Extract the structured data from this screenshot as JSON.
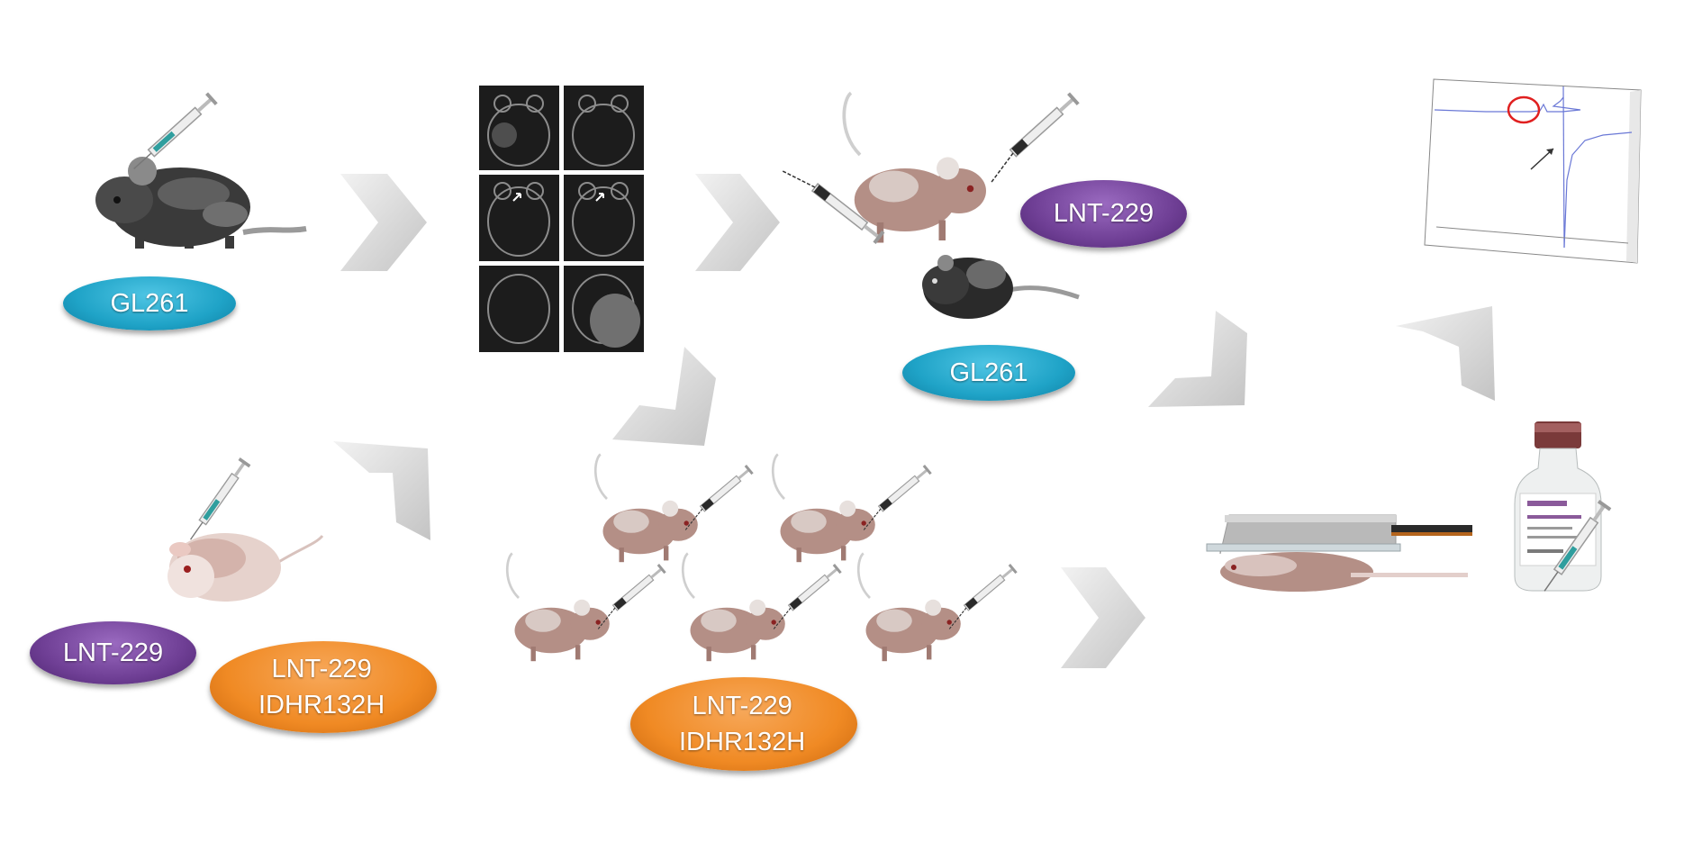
{
  "colors": {
    "cyan": "#1fa3c7",
    "purple": "#6f3f95",
    "orange": "#f08a24",
    "chevron": "#d6d6d6",
    "mouse_black": "#3a3a3a",
    "mouse_nude": "#b48f86"
  },
  "labels": {
    "gl261_top": "GL261",
    "lnt229_bottom": "LNT-229",
    "idh_bottom_line1": "LNT-229",
    "idh_bottom_line2": "IDHR132H",
    "lnt229_right": "LNT-229",
    "gl261_right": "GL261",
    "idh_middle_line1": "LNT-229",
    "idh_middle_line2": "IDHR132H"
  },
  "icons": [
    "syringe-icon",
    "black-mouse-icon",
    "nude-mouse-icon",
    "mri-panel-icon",
    "chevron-arrow-icon",
    "mr-coil-icon",
    "vial-icon",
    "spectrum-plot-icon"
  ]
}
